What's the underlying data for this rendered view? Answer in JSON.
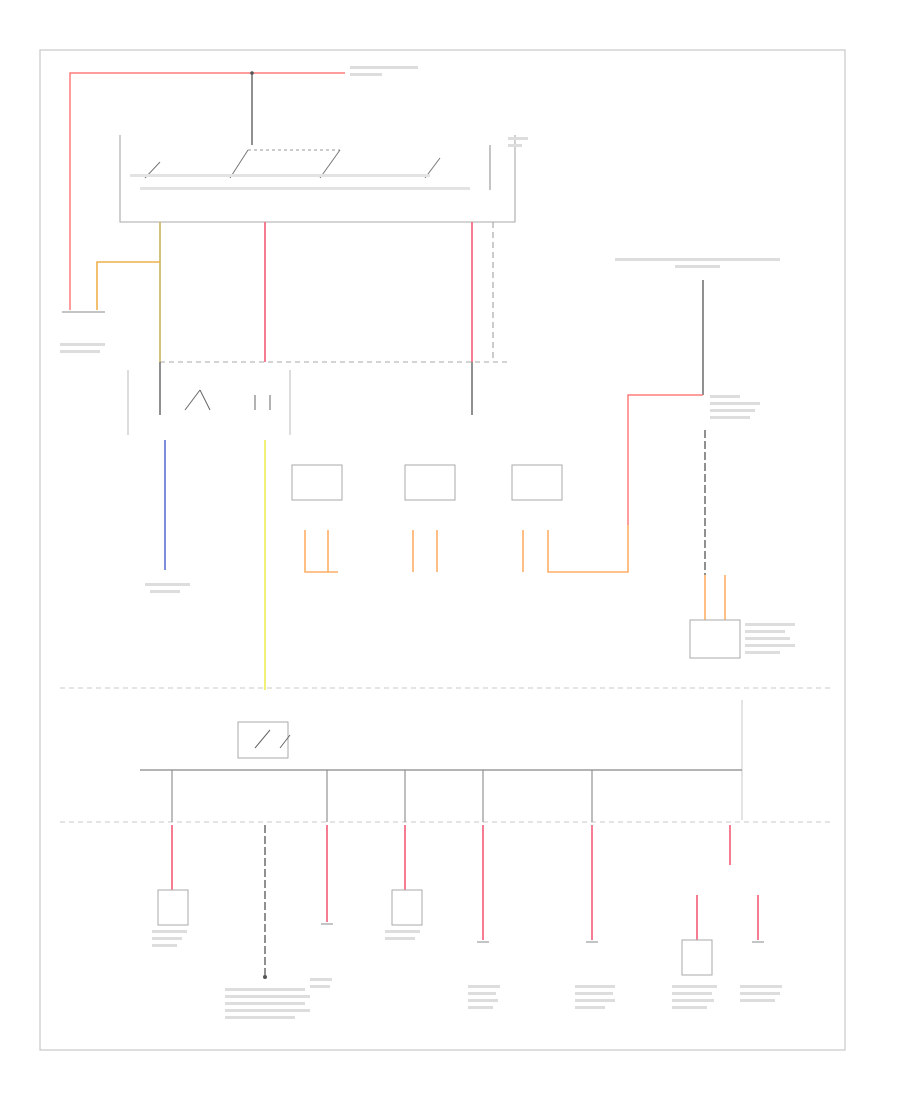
{
  "diagram": {
    "footer_code": "",
    "colors": {
      "frame": "#c8c8c8",
      "box": "#aaaaaa",
      "dash": "#c8c8c8",
      "wire_dark": "#555555",
      "wire_red": "#ff7b7b",
      "wire_pink": "#f45b78",
      "wire_blue": "#6f7fd8",
      "wire_yellow": "#eef06a",
      "wire_orange": "#ffae66",
      "wire_tan": "#c9b45c"
    },
    "components": [
      "ignition-switch",
      "fuse-block-upper",
      "fuse-block-lower",
      "relay-box-1",
      "relay-box-2",
      "relay-box-3",
      "control-module",
      "fuel-pump-module",
      "instrument-cluster",
      "right-bottom-module",
      "ground-g1",
      "ground-g2",
      "ground-g3",
      "ground-g4",
      "ground-g5",
      "ground-g6",
      "ground-g7"
    ]
  }
}
